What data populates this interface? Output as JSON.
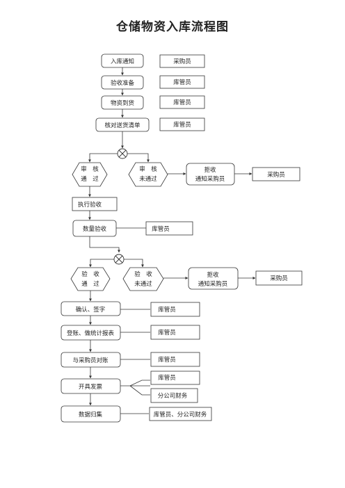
{
  "title": "仓储物资入库流程图",
  "nodes": {
    "n1": "入库通知",
    "r1": "采购员",
    "n2": "验收准备",
    "r2": "库管员",
    "n3": "物资到货",
    "r3": "库管员",
    "n4": "核对送货清单",
    "r4": "库管员",
    "d1_pass_1": "审　核",
    "d1_pass_2": "通　过",
    "d1_fail_1": "审　核",
    "d1_fail_2": "未通过",
    "rej1_1": "拒收",
    "rej1_2": "通知采购员",
    "rej1_r": "采购员",
    "n5": "执行验收",
    "n6": "数量验收",
    "r6": "库管员",
    "d2_pass_1": "验　收",
    "d2_pass_2": "通　过",
    "d2_fail_1": "验　收",
    "d2_fail_2": "未通过",
    "rej2_1": "拒收",
    "rej2_2": "通知采购员",
    "rej2_r": "采购员",
    "n7": "确认、签字",
    "r7": "库管员",
    "n8": "登账、做统计报表",
    "r8": "库管员",
    "n9": "与采购员对账",
    "r9": "库管员",
    "n10": "开具发票",
    "r10a": "库管员",
    "r10b": "分公司财务",
    "n11": "数据归集",
    "r11": "库管员、分公司财务"
  },
  "icons": {
    "gateway": "xor-gateway-icon"
  }
}
